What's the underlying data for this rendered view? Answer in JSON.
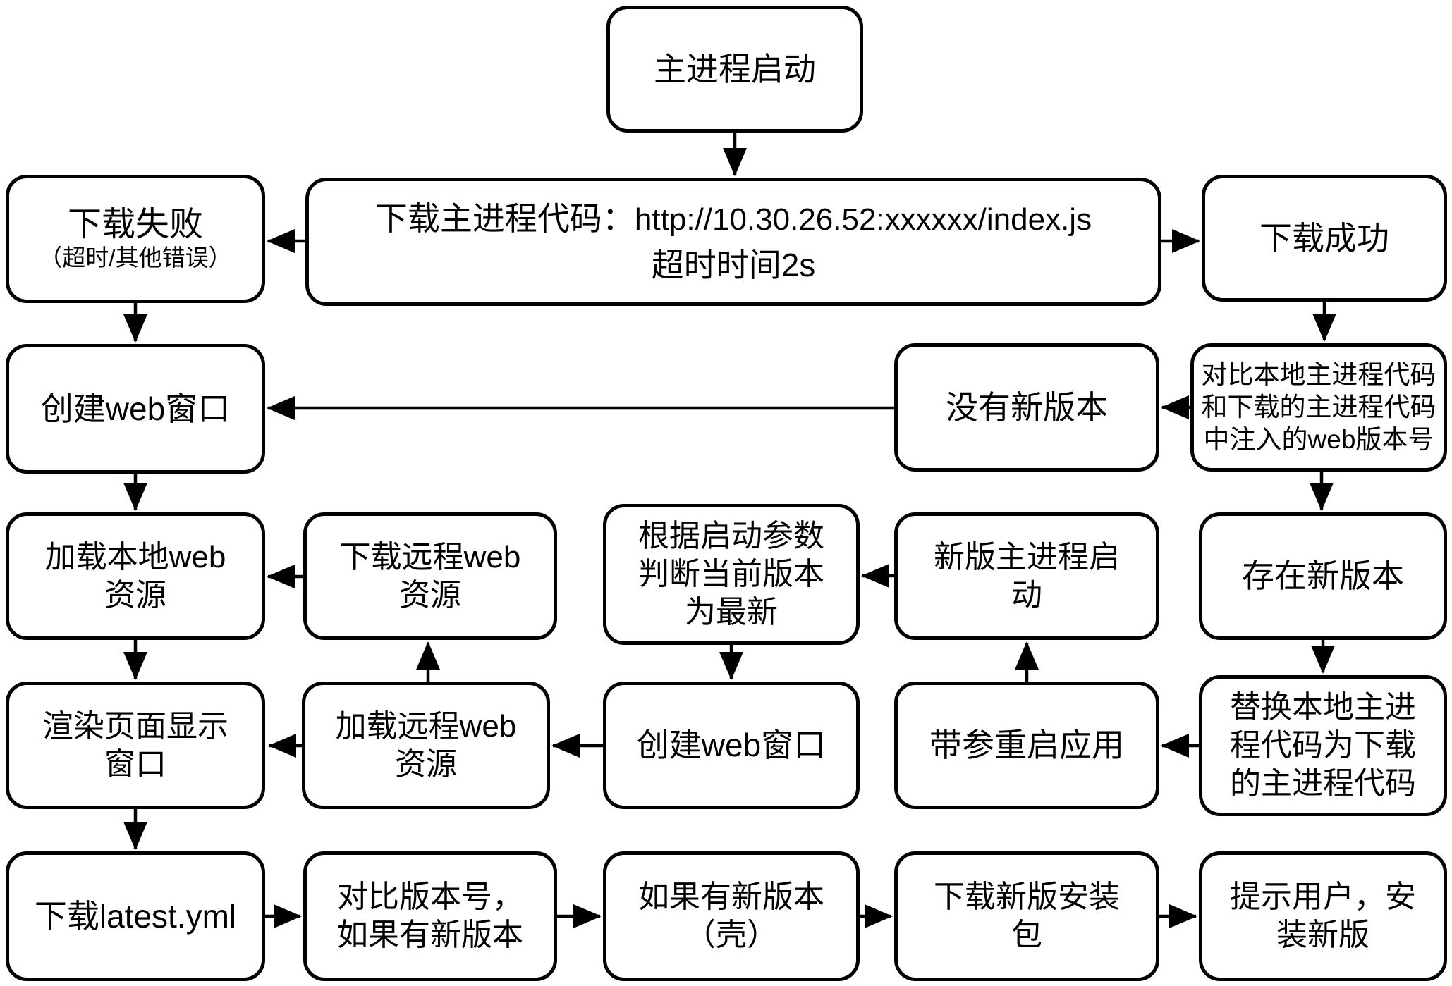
{
  "diagram": {
    "kind": "flowchart",
    "background": "#ffffff",
    "stroke_color": "#000000",
    "text_color": "#000000"
  },
  "nodes": {
    "start": {
      "label": "主进程启动"
    },
    "download_code": {
      "label": "下载主进程代码：",
      "url": "http://10.30.26.52:xxxxxx/index.js",
      "line2": "超时时间2s"
    },
    "download_fail": {
      "label": "下载失败",
      "sub": "（超时/其他错误）"
    },
    "download_success": {
      "label": "下载成功"
    },
    "no_new_version": {
      "label": "没有新版本"
    },
    "compare_web_version": {
      "label": "对比本地主进程代码\n和下载的主进程代码\n中注入的web版本号"
    },
    "create_web_window_left": {
      "label": "创建web窗口"
    },
    "load_local_web": {
      "label": "加载本地web\n资源"
    },
    "download_remote_web": {
      "label": "下载远程web\n资源"
    },
    "judge_latest": {
      "label": "根据启动参数\n判断当前版本\n为最新"
    },
    "new_main_process": {
      "label": "新版主进程启\n动"
    },
    "exists_new_version": {
      "label": "存在新版本"
    },
    "render_page": {
      "label": "渲染页面显示\n窗口"
    },
    "load_remote_web": {
      "label": "加载远程web\n资源"
    },
    "create_web_window_mid": {
      "label": "创建web窗口"
    },
    "restart_with_params": {
      "label": "带参重启应用"
    },
    "replace_local_code": {
      "label": "替换本地主进\n程代码为下载\n的主进程代码"
    },
    "download_latest_yml": {
      "label": "下载latest.yml"
    },
    "compare_version": {
      "label": "对比版本号，\n如果有新版本"
    },
    "if_new_version_shell": {
      "label": "如果有新版本\n（壳）"
    },
    "download_installer": {
      "label": "下载新版安装\n包"
    },
    "prompt_install": {
      "label": "提示用户，安\n装新版"
    }
  },
  "edges": [
    {
      "from": "start",
      "to": "download_code"
    },
    {
      "from": "download_code",
      "to": "download_fail"
    },
    {
      "from": "download_code",
      "to": "download_success"
    },
    {
      "from": "download_fail",
      "to": "create_web_window_left"
    },
    {
      "from": "download_success",
      "to": "compare_web_version"
    },
    {
      "from": "compare_web_version",
      "to": "no_new_version"
    },
    {
      "from": "no_new_version",
      "to": "create_web_window_left"
    },
    {
      "from": "create_web_window_left",
      "to": "load_local_web"
    },
    {
      "from": "compare_web_version",
      "to": "exists_new_version"
    },
    {
      "from": "download_remote_web",
      "to": "load_local_web"
    },
    {
      "from": "new_main_process",
      "to": "judge_latest"
    },
    {
      "from": "exists_new_version",
      "to": "replace_local_code"
    },
    {
      "from": "load_local_web",
      "to": "render_page"
    },
    {
      "from": "judge_latest",
      "to": "create_web_window_mid"
    },
    {
      "from": "load_remote_web",
      "to": "download_remote_web"
    },
    {
      "from": "restart_with_params",
      "to": "new_main_process"
    },
    {
      "from": "replace_local_code",
      "to": "restart_with_params"
    },
    {
      "from": "create_web_window_mid",
      "to": "load_remote_web"
    },
    {
      "from": "load_remote_web",
      "to": "render_page"
    },
    {
      "from": "render_page",
      "to": "download_latest_yml"
    },
    {
      "from": "download_latest_yml",
      "to": "compare_version"
    },
    {
      "from": "compare_version",
      "to": "if_new_version_shell"
    },
    {
      "from": "if_new_version_shell",
      "to": "download_installer"
    },
    {
      "from": "download_installer",
      "to": "prompt_install"
    }
  ]
}
